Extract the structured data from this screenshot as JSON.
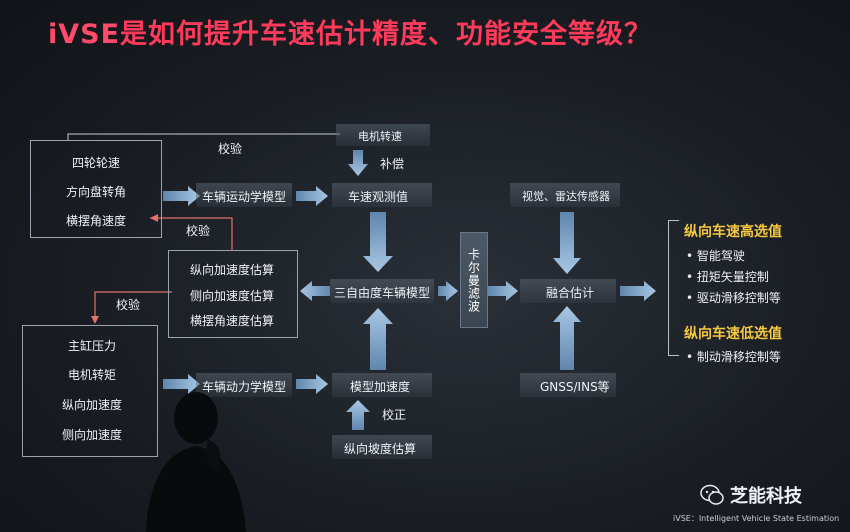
{
  "title": {
    "brand": "iVSE",
    "rest": "是如何提升车速估计精度、功能安全等级？"
  },
  "left_top_inputs": [
    "四轮轮速",
    "方向盘转角",
    "横摆角速度"
  ],
  "left_bottom_inputs": [
    "主缸压力",
    "电机转矩",
    "纵向加速度",
    "侧向加速度"
  ],
  "middle_estimates": [
    "纵向加速度估算",
    "侧向加速度估算",
    "横摆角速度估算"
  ],
  "labels": {
    "calib_top": "校验",
    "calib_mid": "校验",
    "calib_left": "校验",
    "motor_speed": "电机转速",
    "compensation": "补偿",
    "kinematic_model": "车辆运动学模型",
    "speed_observer": "车速观测值",
    "dynamic_model": "车辆动力学模型",
    "model_accel": "模型加速度",
    "correction": "校正",
    "slope_estimate": "纵向坡度估算",
    "three_dof": "三自由度车辆模型",
    "kalman": "卡尔曼滤波",
    "vision_radar": "视觉、雷达传感器",
    "fusion": "融合估计",
    "gnss": "GNSS/INS等"
  },
  "right": {
    "high_title": "纵向车速高选值",
    "high_items": [
      "智能驾驶",
      "扭矩矢量控制",
      "驱动滑移控制等"
    ],
    "low_title": "纵向车速低选值",
    "low_items": [
      "制动滑移控制等"
    ]
  },
  "watermark": "芝能科技",
  "footnote": "iVSE：Intelligent Vehicle State Estimation",
  "colors": {
    "title": "#ff3a5a",
    "highlight": "#f5c842",
    "arrow": "#8fb3d6"
  }
}
